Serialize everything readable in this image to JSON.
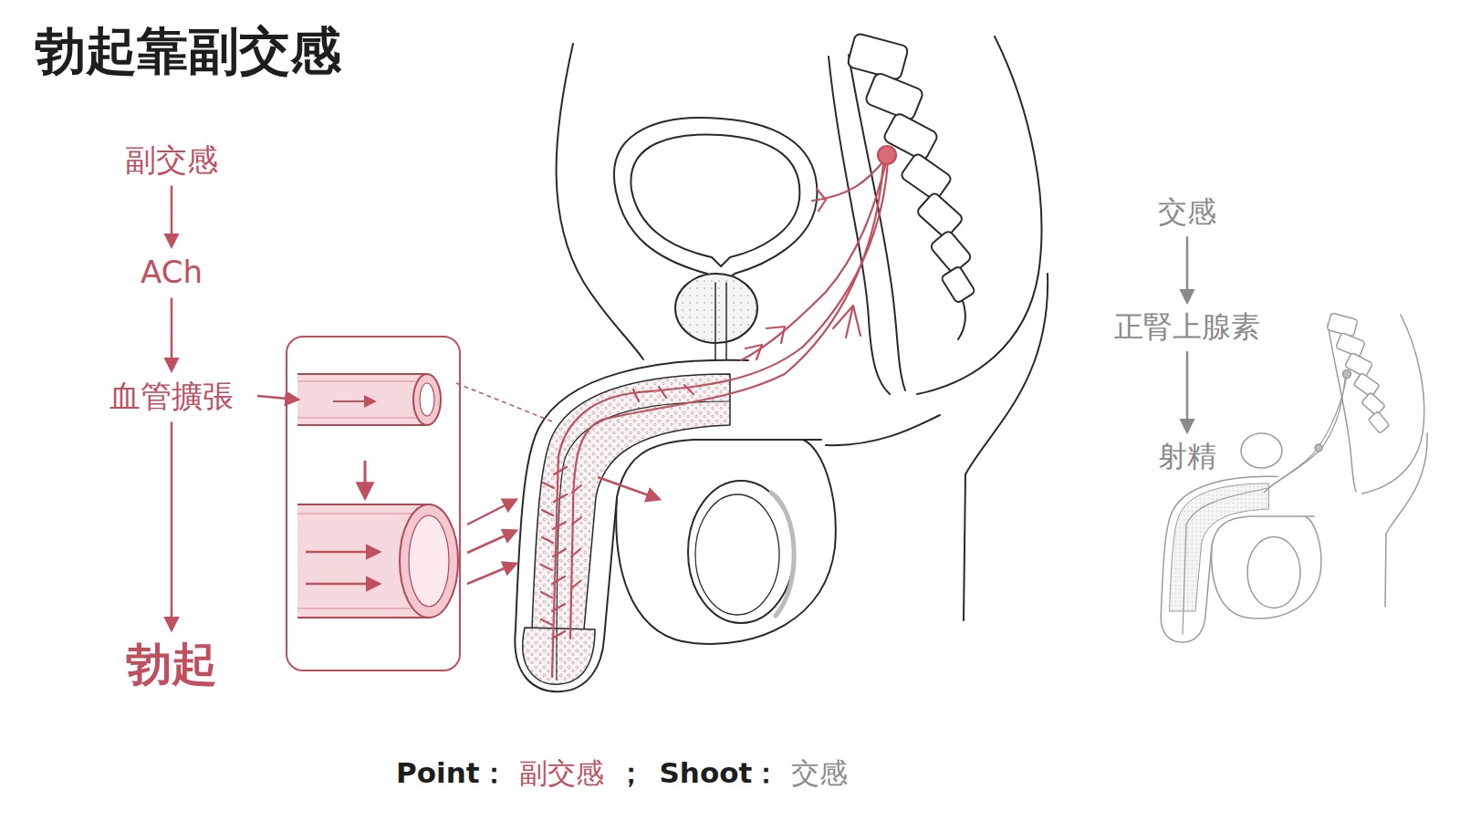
{
  "diagram": {
    "title": "勃起靠副交感",
    "nodes": [
      {
        "text": [
          "副交感"
        ]
      },
      {
        "text": [
          "ACh"
        ]
      },
      {
        "text": [
          "血管擴張"
        ]
      },
      {
        "text": [
          "勃起"
        ]
      },
      {
        "text": [
          "交感"
        ]
      },
      {
        "text": [
          "正腎上腺素"
        ]
      },
      {
        "text": [
          "射精"
        ]
      }
    ],
    "edges": [
      {
        "from": 0,
        "to": 1,
        "arrow": "to"
      },
      {
        "from": 1,
        "to": 2,
        "arrow": "to"
      },
      {
        "from": 2,
        "to": 3,
        "arrow": "to"
      },
      {
        "from": 4,
        "to": 5,
        "arrow": "to"
      },
      {
        "from": 5,
        "to": 6,
        "arrow": "to"
      }
    ],
    "labels": [
      "Point：",
      "副交感",
      "；",
      "Shoot：",
      "交感"
    ]
  }
}
